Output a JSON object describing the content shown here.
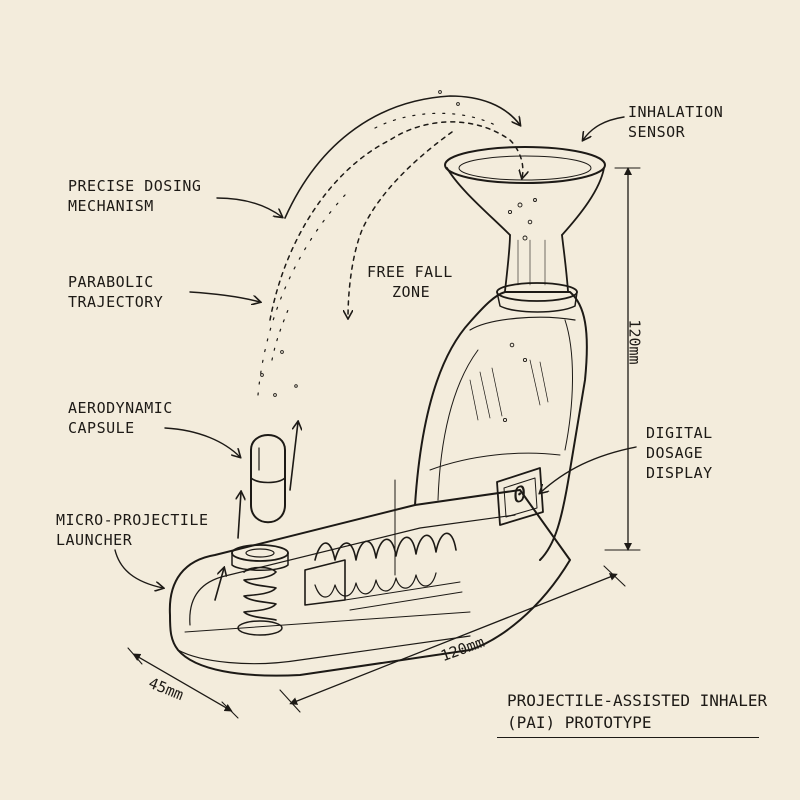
{
  "labels": {
    "inhalation_sensor": [
      "INHALATION",
      "SENSOR"
    ],
    "precise_dosing": [
      "PRECISE DOSING",
      "MECHANISM"
    ],
    "free_fall": [
      "FREE FALL",
      "ZONE"
    ],
    "parabolic": [
      "PARABOLIC",
      "TRAJECTORY"
    ],
    "aerodynamic": [
      "AERODYNAMIC",
      "CAPSULE"
    ],
    "digital_display": [
      "DIGITAL",
      "DOSAGE",
      "DISPLAY"
    ],
    "launcher": [
      "MICRO-PROJECTILE",
      "LAUNCHER"
    ]
  },
  "dimensions": {
    "height": "120mm",
    "length": "120mm",
    "width": "45mm"
  },
  "display_reading": "0",
  "caption": [
    "PROJECTILE-ASSISTED INHALER",
    "(PAI) PROTOTYPE"
  ],
  "colors": {
    "paper": "#f3ecdc",
    "ink": "#1d1a16"
  }
}
